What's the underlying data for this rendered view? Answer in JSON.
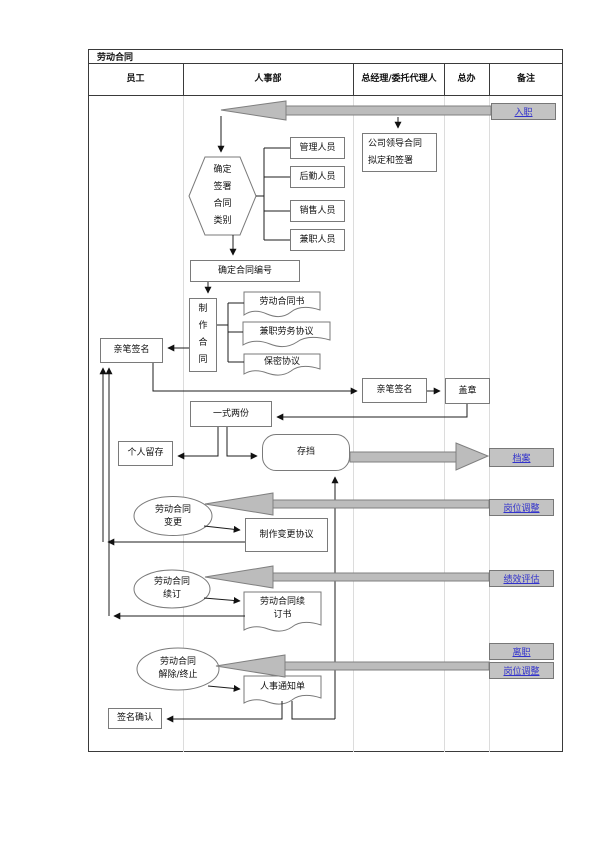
{
  "table": {
    "title": "劳动合同",
    "columns": [
      "员工",
      "人事部",
      "总经理/委托代理人",
      "总办",
      "备注"
    ]
  },
  "flow": {
    "hexagon": "确定\n签署\n合同\n类别",
    "company_leader": "公司领导合同\n拟定和签署",
    "cat1": "管理人员",
    "cat2": "后勤人员",
    "cat3": "销售人员",
    "cat4": "兼职人员",
    "contract_no": "确定合同编号",
    "make_contract": "制\n作\n合\n同",
    "doc_labor": "劳动合同书",
    "doc_parttime": "兼职劳务协议",
    "doc_secret": "保密协议",
    "sign_employee": "亲笔签名",
    "sign_gm": "亲笔签名",
    "seal": "盖章",
    "two_copies": "一式两份",
    "personal_keep": "个人留存",
    "archive_store": "存挡",
    "ellipse_change": "劳动合同\n变更",
    "make_change": "制作变更协议",
    "ellipse_renew": "劳动合同\n续订",
    "doc_renew": "劳动合同续\n订书",
    "ellipse_terminate": "劳动合同\n解除/终止",
    "doc_notice": "人事通知单",
    "sign_confirm": "签名确认"
  },
  "remarks": {
    "ruzhi": "入职",
    "dangan": "档案",
    "gangwei1": "岗位调整",
    "jixiao": "绩效评估",
    "lizhi": "离职",
    "gangwei2": "岗位调整"
  },
  "colors": {
    "link_blue": "#3333cc",
    "note_box_grey": "#c3c3c3",
    "arrow_grey": "#bcbcbc",
    "shape_border_grey": "#7a7a7a",
    "connector_dark": "#1c1c1c"
  }
}
